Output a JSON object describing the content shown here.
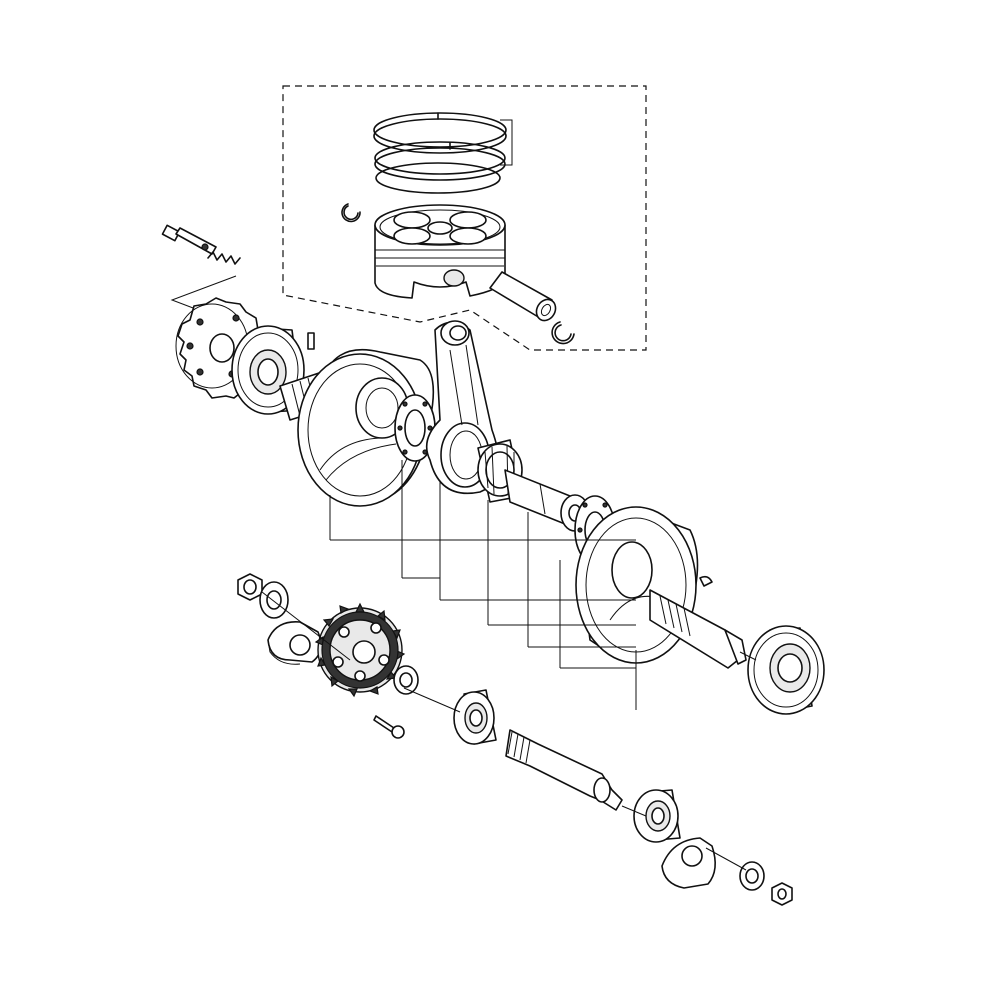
{
  "diagram": {
    "kind": "exploded-parts-view",
    "subject": "crankshaft-piston-balancer-assembly",
    "colors": {
      "line": "#111111",
      "paper": "#ffffff",
      "shade": "#e9e9e9",
      "dark": "#333333"
    },
    "parts": [
      {
        "id": "piston-ring-set",
        "icon": "piston-rings-icon"
      },
      {
        "id": "piston-pin-clip-left",
        "icon": "circlip-icon"
      },
      {
        "id": "piston",
        "icon": "piston-icon"
      },
      {
        "id": "piston-pin",
        "icon": "pin-icon"
      },
      {
        "id": "piston-pin-clip-right",
        "icon": "circlip-icon"
      },
      {
        "id": "tensioner-bolt",
        "icon": "bolt-icon"
      },
      {
        "id": "tensioner-spring",
        "icon": "spring-icon"
      },
      {
        "id": "timing-sprocket",
        "icon": "sprocket-icon"
      },
      {
        "id": "crank-bearing-left",
        "icon": "ball-bearing-icon"
      },
      {
        "id": "crankshaft-left-half",
        "icon": "flywheel-icon"
      },
      {
        "id": "dowel-pin",
        "icon": "pin-icon"
      },
      {
        "id": "thrust-washer-left",
        "icon": "washer-icon"
      },
      {
        "id": "connecting-rod",
        "icon": "connecting-rod-icon"
      },
      {
        "id": "needle-bearing",
        "icon": "needle-bearing-icon"
      },
      {
        "id": "crank-pin",
        "icon": "pin-icon"
      },
      {
        "id": "thrust-washer-right",
        "icon": "washer-icon"
      },
      {
        "id": "crankshaft-right-half",
        "icon": "flywheel-icon"
      },
      {
        "id": "woodruff-key",
        "icon": "key-icon"
      },
      {
        "id": "crank-bearing-right",
        "icon": "ball-bearing-icon"
      },
      {
        "id": "balancer-nut-left",
        "icon": "nut-icon"
      },
      {
        "id": "balancer-washer-left",
        "icon": "washer-icon"
      },
      {
        "id": "balancer-weight-left",
        "icon": "weight-icon"
      },
      {
        "id": "balancer-gear",
        "icon": "gear-icon"
      },
      {
        "id": "gear-bolt",
        "icon": "bolt-icon"
      },
      {
        "id": "balancer-collar",
        "icon": "collar-icon"
      },
      {
        "id": "balancer-bearing-left",
        "icon": "ball-bearing-icon"
      },
      {
        "id": "balancer-shaft",
        "icon": "shaft-icon"
      },
      {
        "id": "balancer-bearing-right",
        "icon": "ball-bearing-icon"
      },
      {
        "id": "balancer-weight-right",
        "icon": "weight-icon"
      },
      {
        "id": "balancer-washer-right",
        "icon": "washer-icon"
      },
      {
        "id": "balancer-nut-right",
        "icon": "nut-icon"
      }
    ]
  }
}
